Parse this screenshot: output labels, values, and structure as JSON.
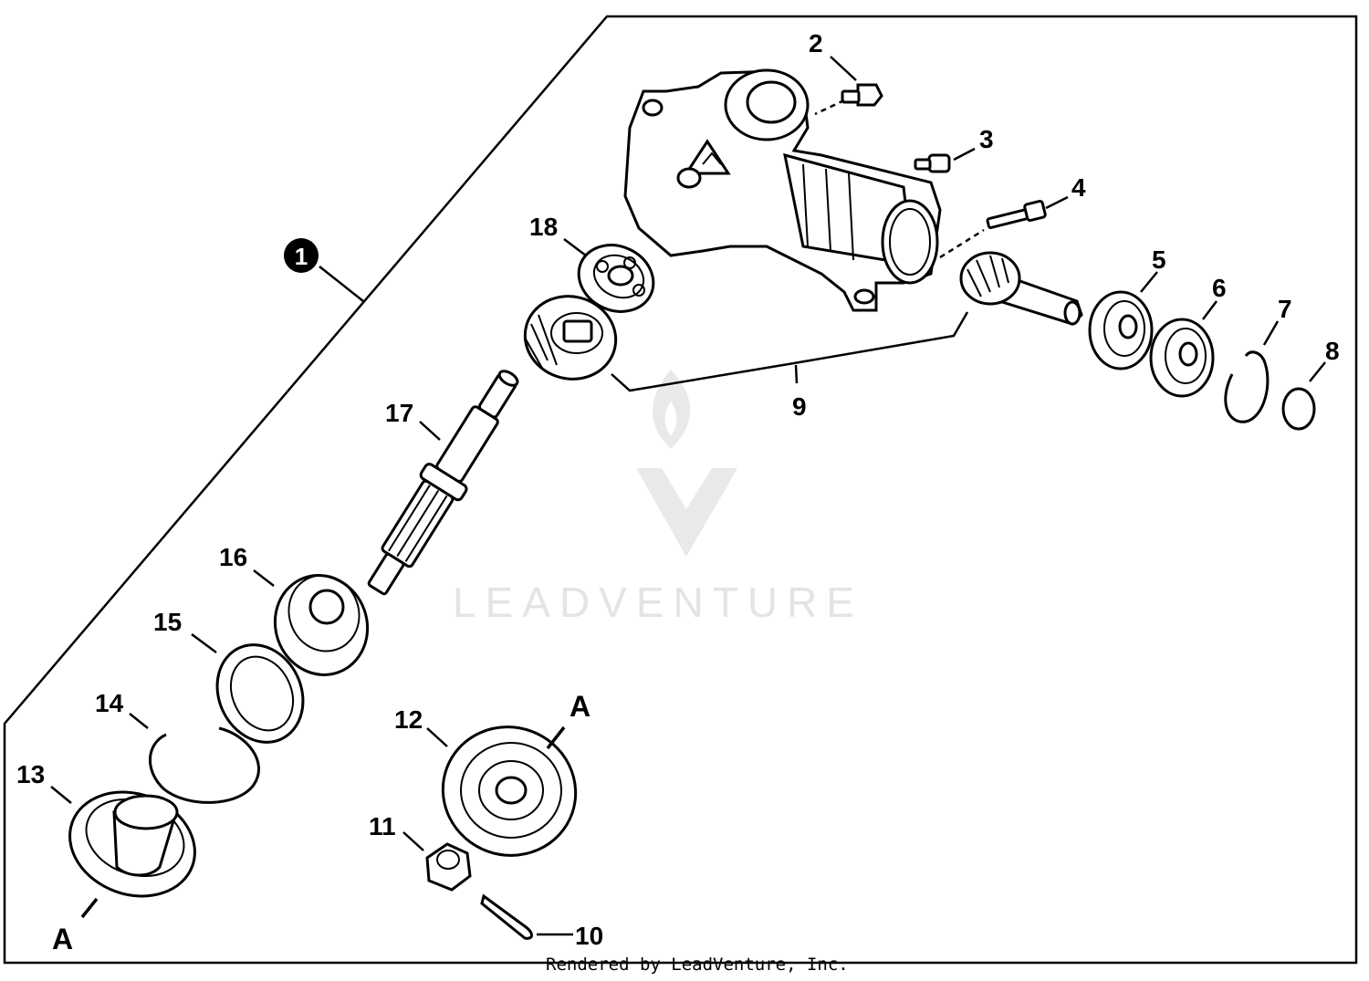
{
  "callouts": [
    "1",
    "2",
    "3",
    "4",
    "5",
    "6",
    "7",
    "8",
    "9",
    "10",
    "11",
    "12",
    "13",
    "14",
    "15",
    "16",
    "17",
    "18"
  ],
  "reference_marks": [
    "A",
    "A"
  ],
  "watermark": "LEADVENTURE",
  "footer": "Rendered by LeadVenture, Inc."
}
